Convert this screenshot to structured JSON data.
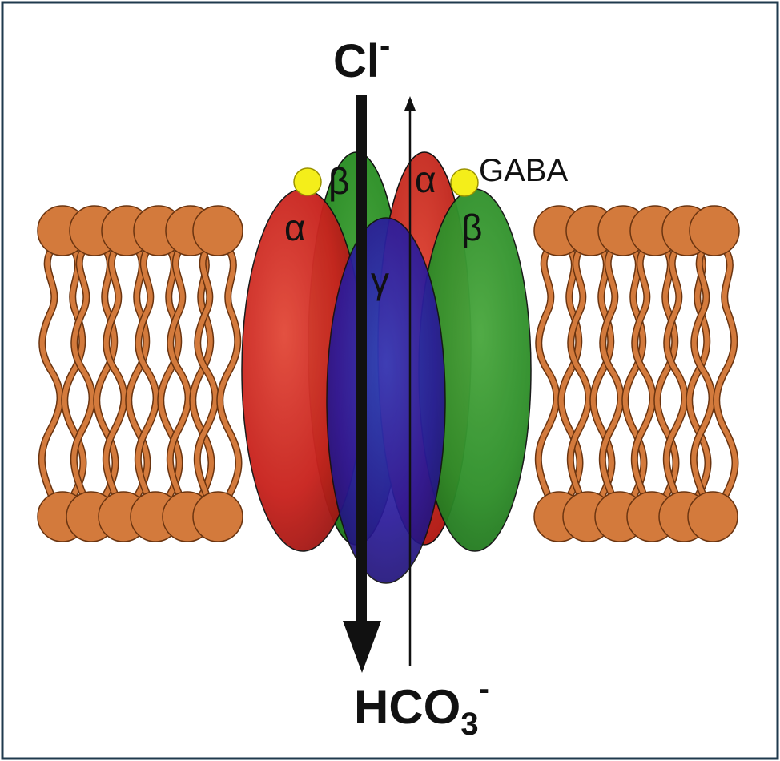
{
  "labels": {
    "chloride": "Cl",
    "chloride_charge": "-",
    "bicarbonate_main": "HCO",
    "bicarbonate_sub": "3",
    "bicarbonate_charge": "-",
    "gaba": "GABA",
    "alpha_left": "α",
    "alpha_right": "α",
    "beta_left": "β",
    "beta_right": "β",
    "gamma": "γ"
  },
  "colors": {
    "border": "#1f3a4d",
    "lipid": "#d37a3c",
    "lipid_stroke": "#6a3410",
    "alpha": "#c8231e",
    "beta": "#2f8f2a",
    "gamma": "#2a1a9a",
    "gaba": "#f4ee1a",
    "arrow": "#111111"
  },
  "icons": [
    "phospholipid-bilayer-left",
    "phospholipid-bilayer-right",
    "down-arrow-icon",
    "up-arrow-icon"
  ]
}
